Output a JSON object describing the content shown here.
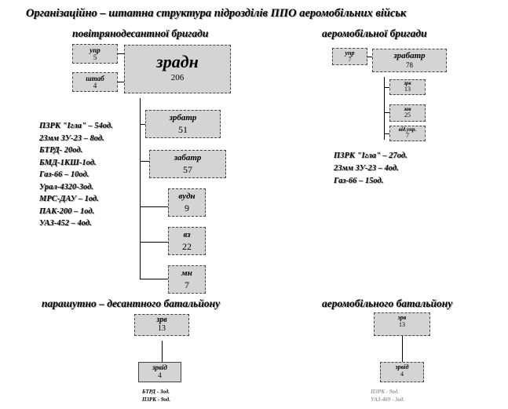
{
  "title": "Організаційно – штатна структура підрозділів ППО аеромобільних військ",
  "brigade_airborne": {
    "heading": "повітрянодесантної бригади",
    "upr": {
      "label": "упр",
      "count": "5"
    },
    "shtab": {
      "label": "штаб",
      "count": "4"
    },
    "zradn": {
      "label": "зрадн",
      "count": "206"
    },
    "zrbatr": {
      "label": "зрбатр",
      "count": "51"
    },
    "zabatr": {
      "label": "забатр",
      "count": "57"
    },
    "vudn": {
      "label": "вудн",
      "count": "9"
    },
    "vz": {
      "label": "вз",
      "count": "22"
    },
    "mn": {
      "label": "мн",
      "count": "7"
    },
    "equipment": [
      "ПЗРК \"Ігла\" – 54од.",
      "23мм ЗУ-23 – 8од.",
      "БТРД- 20од.",
      "БМД-1КШ-1од.",
      "Газ-66 – 10од.",
      "Урал-4320-3од.",
      "МРС-ДАУ – 1од.",
      "ПАК-200 – 1од.",
      "УАЗ-452 – 4од."
    ]
  },
  "brigade_airmobile": {
    "heading": "аеромобільної бригади",
    "upr": {
      "label": "упр",
      "count": "7"
    },
    "zrabatr": {
      "label": "зрабатр",
      "count": "78"
    },
    "zrv": {
      "label": "зрв",
      "count": "13"
    },
    "zav": {
      "label": "зав",
      "count": "25"
    },
    "vidupr": {
      "label": "від.упр.",
      "count": "7"
    },
    "equipment": [
      "ПЗРК \"Ігла\" – 27од.",
      "23мм ЗУ-23 – 4од.",
      "Газ-66 – 15од."
    ]
  },
  "battalion_para": {
    "heading": "парашутно – десантного батальйону",
    "zrv": {
      "label": "зрв",
      "count": "13"
    },
    "zrvid": {
      "label": "зрвід",
      "count": "4"
    },
    "equipment": [
      "БТРД - 3од.",
      "ПЗРК - 9од."
    ]
  },
  "battalion_airmobile": {
    "heading": "аеромобільного батальйону",
    "zrv": {
      "label": "зрв",
      "count": "13"
    },
    "zrvid": {
      "label": "зрвід",
      "count": "4"
    },
    "equipment": [
      "ПЗРК - 9од.",
      "УАЗ-469 - 3од."
    ]
  }
}
